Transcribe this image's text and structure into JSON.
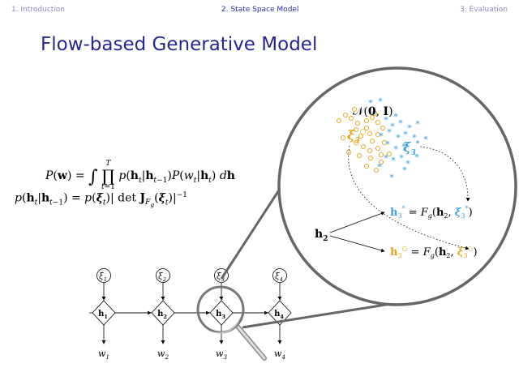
{
  "nav": {
    "item1": "1. Introduction",
    "item2": "2. State Space Model",
    "item3": "3. Evaluation"
  },
  "slide_title": "Flow-based Generative Model",
  "equations": {
    "eq1": "P(w) = ∫ ∏_{t=1}^{T} p(h_t | h_{t−1}) P(w_t | h_t) dh",
    "eq2": "p(h_t | h_{t−1}) = p(ξ_t) | det J_{F_g}(ξ_t) |^{−1}"
  },
  "graph": {
    "xi_nodes": [
      "ξ1",
      "ξ2",
      "ξ3",
      "ξ4"
    ],
    "h_nodes": [
      "h1",
      "h2",
      "h3",
      "h4"
    ],
    "w_nodes": [
      "w1",
      "w2",
      "w3",
      "w4"
    ]
  },
  "zoom": {
    "normal_dist": "𝒩(0, I)",
    "xi3_circ": "ξ3○",
    "xi3_star": "ξ3*",
    "h2": "h2",
    "eq_star": "h3* = Fg(h2, ξ3*)",
    "eq_circ": "h3○ = Fg(h2, ξ3○)"
  },
  "colors": {
    "title": "#262693",
    "nav_active": "#2b2bb0",
    "nav_inactive": "#8a8ac4",
    "orange": "#e8a317",
    "blue": "#3b9fe0",
    "lens": "#666666"
  }
}
